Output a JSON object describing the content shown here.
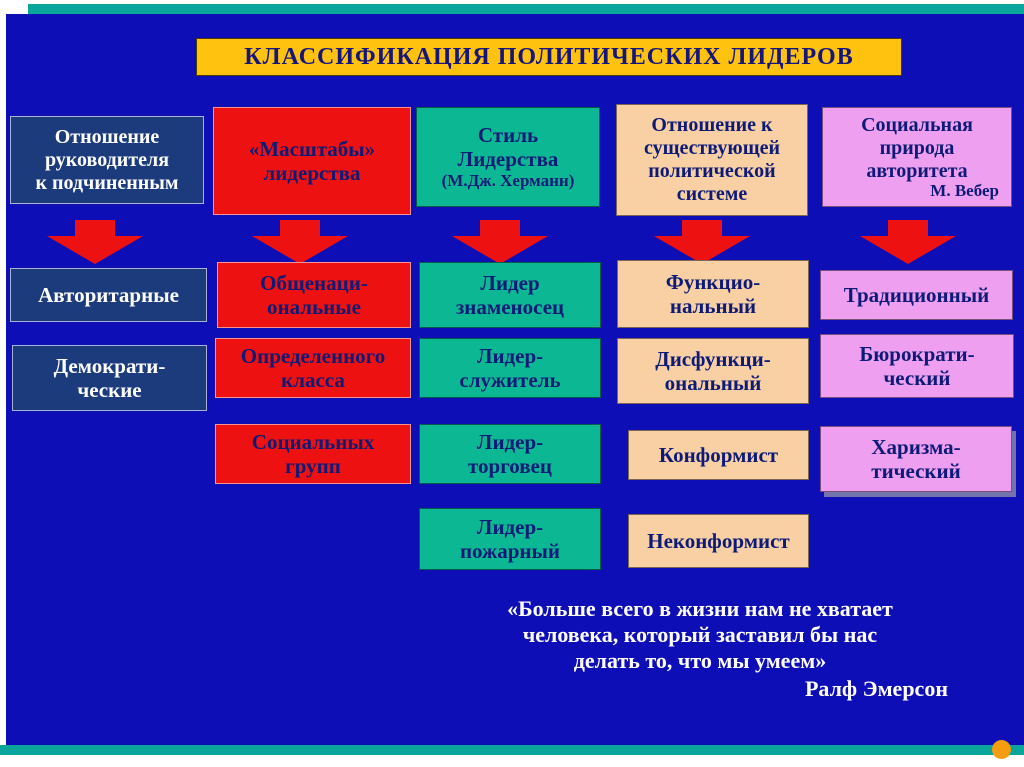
{
  "title": "КЛАССИФИКАЦИЯ ПОЛИТИЧЕСКИХ ЛИДЕРОВ",
  "columns": [
    {
      "header_main": "Отношение\nруководителя\nк подчиненным",
      "header_sub": "",
      "items": [
        "Авторитарные",
        "Демократи-\nческие"
      ]
    },
    {
      "header_main": "«Масштабы»\nлидерства",
      "header_sub": "",
      "items": [
        "Общенаци-\nональные",
        "Определенного\nкласса",
        "Социальных\nгрупп"
      ]
    },
    {
      "header_main": "Стиль\nЛидерства",
      "header_sub": "(М.Дж. Херманн)",
      "items": [
        "Лидер\nзнаменосец",
        "Лидер-\nслужитель",
        "Лидер-\nторговец",
        "Лидер-\nпожарный"
      ]
    },
    {
      "header_main": "Отношение к\nсуществующей\nполитической\nсистеме",
      "header_sub": "",
      "items": [
        "Функцио-\nнальный",
        "Дисфункци-\nональный",
        "Конформист",
        "Неконформист"
      ]
    },
    {
      "header_main": "Социальная\nприрода\nавторитета",
      "header_sub": "М. Вебер",
      "items": [
        "Традиционный",
        "Бюрократи-\nческий",
        "Харизма-\nтический"
      ]
    }
  ],
  "quote": {
    "lines": [
      "«Больше всего в жизни нам не хватает",
      "человека, который заставил бы нас",
      "делать то, что мы умеем»"
    ],
    "attribution": "Ралф Эмерсон"
  },
  "colors": {
    "background": "#0e0eb6",
    "accent_bar": "#0ba69b",
    "title_gold": "#ffc20e",
    "navy_box": "#1c3b7c",
    "red_box": "#ed1111",
    "green_box": "#0cb894",
    "peach_box": "#f8d0a4",
    "pink_box": "#ef9ff0",
    "text_dark_blue": "#0d1b77",
    "orange_dot": "#f59d0e"
  }
}
